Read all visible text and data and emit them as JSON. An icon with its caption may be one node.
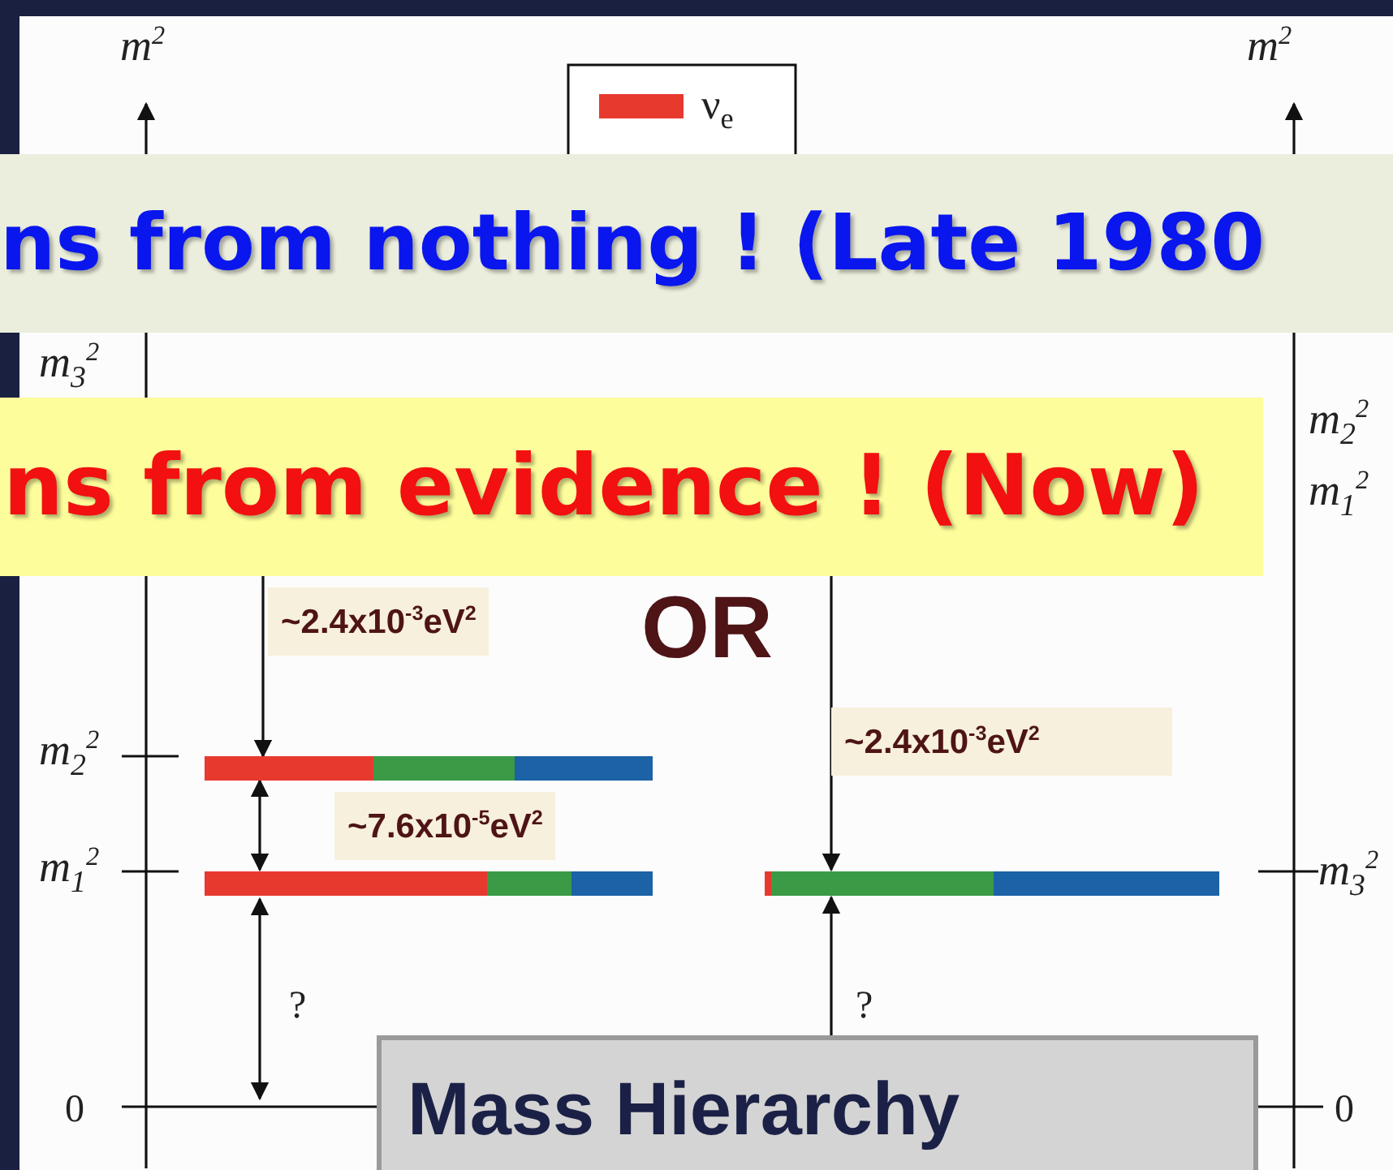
{
  "diagram": {
    "labels": [
      "m$^{2}$",
      "m$^{2}$",
      "ns from nothing ! (Late 1980",
      "m$_{3}$$^{2}$",
      "m$_{2}$$^{2}$",
      "ns from evidence ! (Now)",
      "m$_{1}$$^{2}$",
      "~2.4x10$^{-3}$eV$^{2}$",
      "OR",
      "m$_{2}$$^{2}$",
      "~2.4x10$^{-3}$eV$^{2}$",
      "~7.6x10$^{-5}$eV$^{2}$",
      "m$_{1}$$^{2}$",
      "m$_{3}$$^{2}$",
      "?",
      "?",
      "0",
      "Mass Hierarchy",
      "0"
    ],
    "legend": [
      {
        "text": "ν$_{e}$",
        "color": "#e8392f"
      }
    ]
  }
}
